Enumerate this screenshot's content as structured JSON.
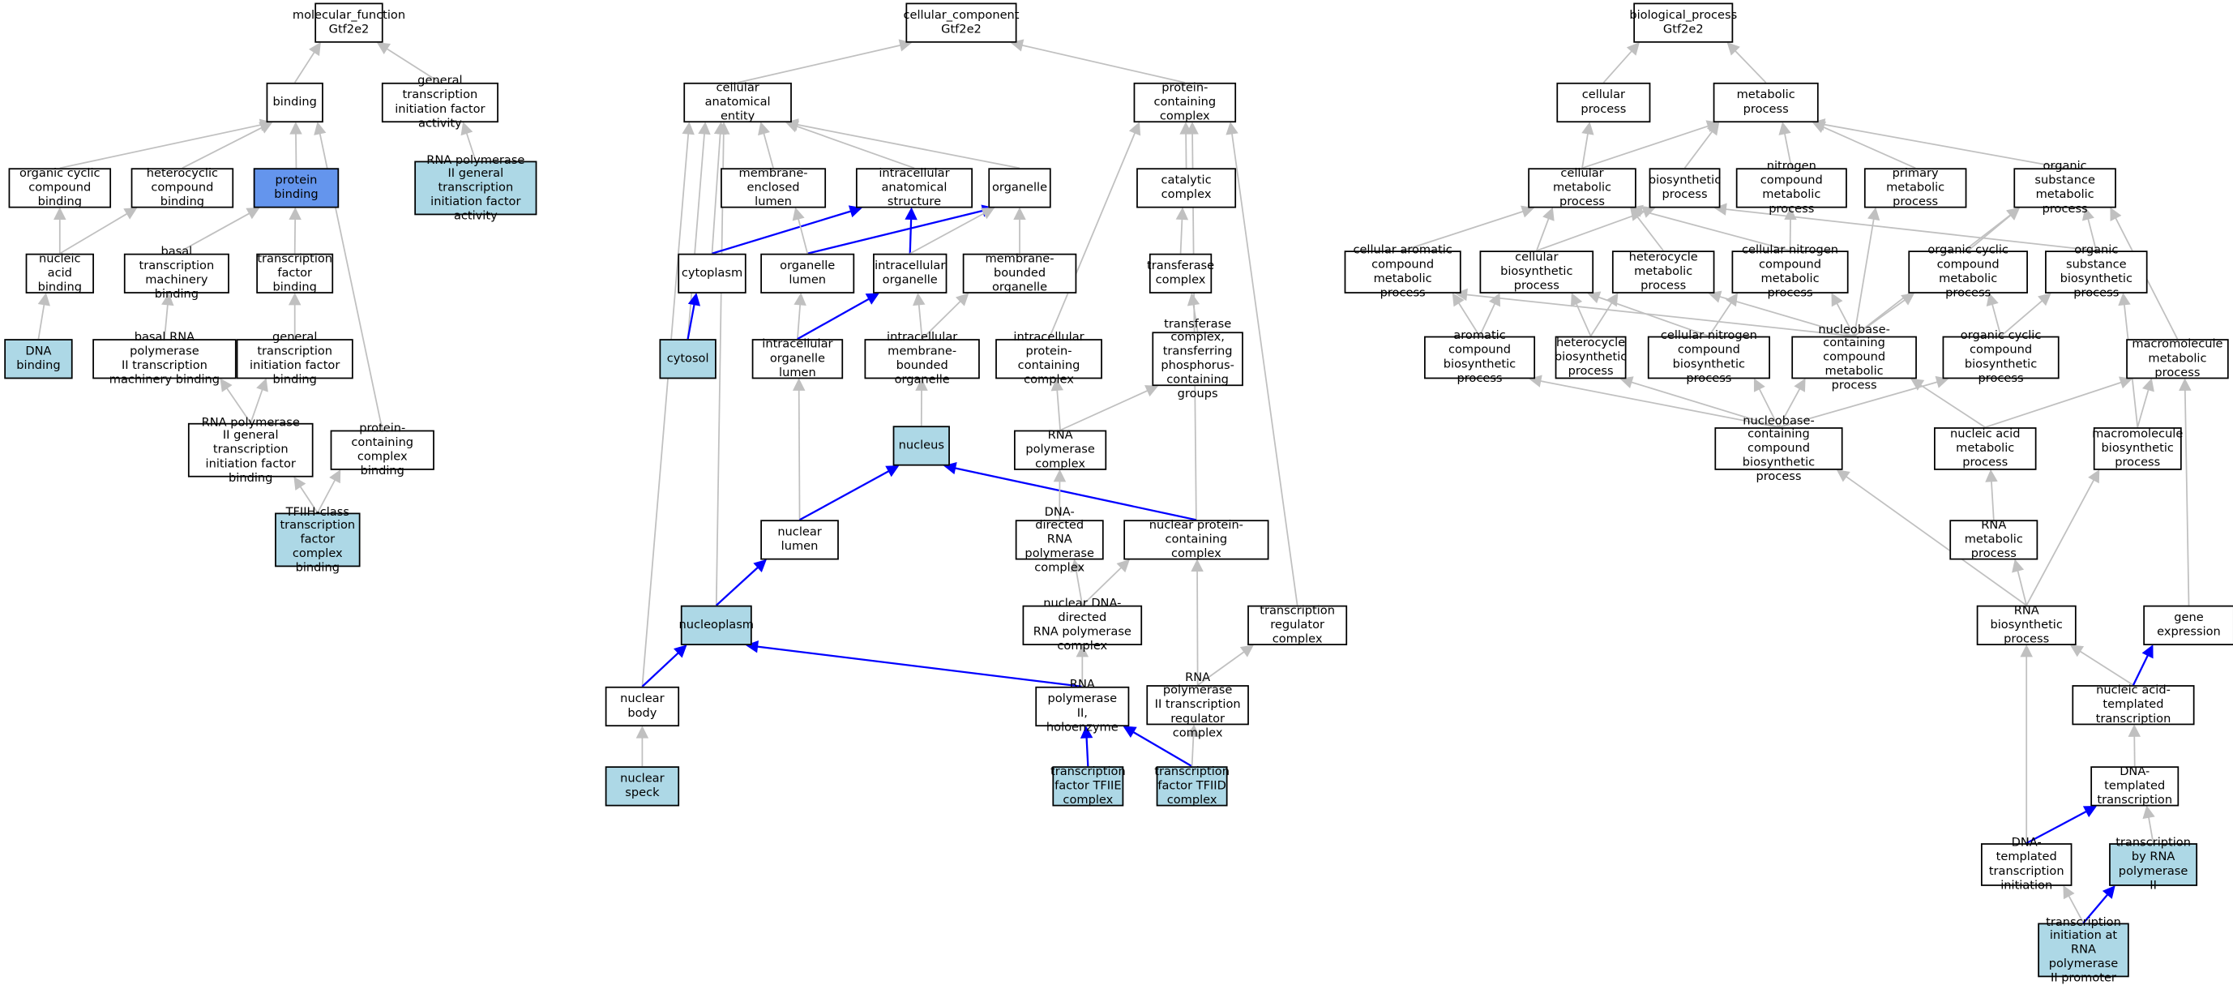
{
  "colors": {
    "normal": "#ffffff",
    "highlight": "#add8e6",
    "focus": "#6495ed",
    "edge": "#c0c0c0",
    "path_edge": "#0000ff"
  },
  "nodes": [
    {
      "id": "mf",
      "label": "molecular_function\nGtf2e2",
      "style": "normal"
    },
    {
      "id": "binding",
      "label": "binding",
      "style": "normal"
    },
    {
      "id": "gtifa",
      "label": "general transcription\ninitiation factor\nactivity",
      "style": "normal"
    },
    {
      "id": "occb",
      "label": "organic cyclic\ncompound binding",
      "style": "normal"
    },
    {
      "id": "hcb",
      "label": "heterocyclic\ncompound binding",
      "style": "normal"
    },
    {
      "id": "pb",
      "label": "protein binding",
      "style": "focus"
    },
    {
      "id": "rnapgtifa",
      "label": "RNA polymerase\nII general transcription\ninitiation factor\nactivity",
      "style": "highlight"
    },
    {
      "id": "nab",
      "label": "nucleic acid\nbinding",
      "style": "normal"
    },
    {
      "id": "btmb",
      "label": "basal transcription\nmachinery binding",
      "style": "normal"
    },
    {
      "id": "tfb",
      "label": "transcription\nfactor binding",
      "style": "normal"
    },
    {
      "id": "dnab",
      "label": "DNA binding",
      "style": "highlight"
    },
    {
      "id": "brnap",
      "label": "basal RNA polymerase\nII transcription\nmachinery binding",
      "style": "normal"
    },
    {
      "id": "gtifb",
      "label": "general transcription\ninitiation factor\nbinding",
      "style": "normal"
    },
    {
      "id": "rnapgtifb",
      "label": "RNA polymerase\nII general transcription\ninitiation factor\nbinding",
      "style": "normal"
    },
    {
      "id": "pccb",
      "label": "protein-containing\ncomplex binding",
      "style": "normal"
    },
    {
      "id": "tfiih",
      "label": "TFIIH-class\ntranscription\nfactor complex\nbinding",
      "style": "highlight"
    },
    {
      "id": "cc",
      "label": "cellular_component\nGtf2e2",
      "style": "normal"
    },
    {
      "id": "cae",
      "label": "cellular anatomical\nentity",
      "style": "normal"
    },
    {
      "id": "pcc",
      "label": "protein-containing\ncomplex",
      "style": "normal"
    },
    {
      "id": "mel",
      "label": "membrane-enclosed\nlumen",
      "style": "normal"
    },
    {
      "id": "ias",
      "label": "intracellular\nanatomical structure",
      "style": "normal"
    },
    {
      "id": "organelle",
      "label": "organelle",
      "style": "normal"
    },
    {
      "id": "catc",
      "label": "catalytic complex",
      "style": "normal"
    },
    {
      "id": "cytoplasm",
      "label": "cytoplasm",
      "style": "normal"
    },
    {
      "id": "ol",
      "label": "organelle lumen",
      "style": "normal"
    },
    {
      "id": "io",
      "label": "intracellular\norganelle",
      "style": "normal"
    },
    {
      "id": "mbo",
      "label": "membrane-bounded\norganelle",
      "style": "normal"
    },
    {
      "id": "tc",
      "label": "transferase\ncomplex",
      "style": "normal"
    },
    {
      "id": "cytosol",
      "label": "cytosol",
      "style": "highlight"
    },
    {
      "id": "iol",
      "label": "intracellular\norganelle lumen",
      "style": "normal"
    },
    {
      "id": "imbo",
      "label": "intracellular\nmembrane-bounded\norganelle",
      "style": "normal"
    },
    {
      "id": "ipcc",
      "label": "intracellular\nprotein-containing\ncomplex",
      "style": "normal"
    },
    {
      "id": "tctpg",
      "label": "transferase\ncomplex, transferring\nphosphorus-containing\ngroups",
      "style": "normal"
    },
    {
      "id": "nucleus",
      "label": "nucleus",
      "style": "highlight"
    },
    {
      "id": "rnapc",
      "label": "RNA polymerase\ncomplex",
      "style": "normal"
    },
    {
      "id": "nl",
      "label": "nuclear lumen",
      "style": "normal"
    },
    {
      "id": "ddrnapc",
      "label": "DNA-directed\nRNA polymerase\ncomplex",
      "style": "normal"
    },
    {
      "id": "npcc",
      "label": "nuclear protein-containing\ncomplex",
      "style": "normal"
    },
    {
      "id": "nucleoplasm",
      "label": "nucleoplasm",
      "style": "highlight"
    },
    {
      "id": "nddrnapc",
      "label": "nuclear DNA-directed\nRNA polymerase\ncomplex",
      "style": "normal"
    },
    {
      "id": "trc",
      "label": "transcription\nregulator complex",
      "style": "normal"
    },
    {
      "id": "nb",
      "label": "nuclear body",
      "style": "normal"
    },
    {
      "id": "rnapholo",
      "label": "RNA polymerase\nII, holoenzyme",
      "style": "normal"
    },
    {
      "id": "rnaptrc",
      "label": "RNA polymerase\nII transcription\nregulator complex",
      "style": "normal"
    },
    {
      "id": "ns",
      "label": "nuclear speck",
      "style": "highlight"
    },
    {
      "id": "tfiie",
      "label": "transcription\nfactor TFIIE\ncomplex",
      "style": "highlight"
    },
    {
      "id": "tfiid",
      "label": "transcription\nfactor TFIID\ncomplex",
      "style": "highlight"
    },
    {
      "id": "bp",
      "label": "biological_process\nGtf2e2",
      "style": "normal"
    },
    {
      "id": "cp",
      "label": "cellular process",
      "style": "normal"
    },
    {
      "id": "mp",
      "label": "metabolic process",
      "style": "normal"
    },
    {
      "id": "cmp",
      "label": "cellular metabolic\nprocess",
      "style": "normal"
    },
    {
      "id": "bsp",
      "label": "biosynthetic\nprocess",
      "style": "normal"
    },
    {
      "id": "ncmp",
      "label": "nitrogen compound\nmetabolic process",
      "style": "normal"
    },
    {
      "id": "pmp",
      "label": "primary metabolic\nprocess",
      "style": "normal"
    },
    {
      "id": "osmp",
      "label": "organic substance\nmetabolic process",
      "style": "normal"
    },
    {
      "id": "cacmp",
      "label": "cellular aromatic\ncompound metabolic\nprocess",
      "style": "normal"
    },
    {
      "id": "cbp",
      "label": "cellular biosynthetic\nprocess",
      "style": "normal"
    },
    {
      "id": "hmp",
      "label": "heterocycle\nmetabolic process",
      "style": "normal"
    },
    {
      "id": "cncmp",
      "label": "cellular nitrogen\ncompound metabolic\nprocess",
      "style": "normal"
    },
    {
      "id": "occmp",
      "label": "organic cyclic\ncompound metabolic\nprocess",
      "style": "normal"
    },
    {
      "id": "osbp",
      "label": "organic substance\nbiosynthetic\nprocess",
      "style": "normal"
    },
    {
      "id": "acbp",
      "label": "aromatic compound\nbiosynthetic\nprocess",
      "style": "normal"
    },
    {
      "id": "hbp",
      "label": "heterocycle\nbiosynthetic\nprocess",
      "style": "normal"
    },
    {
      "id": "cncbp",
      "label": "cellular nitrogen\ncompound biosynthetic\nprocess",
      "style": "normal"
    },
    {
      "id": "nbccmp",
      "label": "nucleobase-containing\ncompound metabolic\nprocess",
      "style": "normal"
    },
    {
      "id": "occbp",
      "label": "organic cyclic\ncompound biosynthetic\nprocess",
      "style": "normal"
    },
    {
      "id": "mmp",
      "label": "macromolecule\nmetabolic process",
      "style": "normal"
    },
    {
      "id": "nbccbp",
      "label": "nucleobase-containing\ncompound biosynthetic\nprocess",
      "style": "normal"
    },
    {
      "id": "namp",
      "label": "nucleic acid\nmetabolic process",
      "style": "normal"
    },
    {
      "id": "mbp",
      "label": "macromolecule\nbiosynthetic\nprocess",
      "style": "normal"
    },
    {
      "id": "rnamp",
      "label": "RNA metabolic\nprocess",
      "style": "normal"
    },
    {
      "id": "rnabp",
      "label": "RNA biosynthetic\nprocess",
      "style": "normal"
    },
    {
      "id": "ge",
      "label": "gene expression",
      "style": "normal"
    },
    {
      "id": "natt",
      "label": "nucleic acid-templated\ntranscription",
      "style": "normal"
    },
    {
      "id": "dtt",
      "label": "DNA-templated\ntranscription",
      "style": "normal"
    },
    {
      "id": "dtti",
      "label": "DNA-templated\ntranscription\ninitiation",
      "style": "normal"
    },
    {
      "id": "trnap",
      "label": "transcription\nby RNA polymerase\nII",
      "style": "highlight"
    },
    {
      "id": "tirnap",
      "label": "transcription\ninitiation at\nRNA polymerase\nII promoter",
      "style": "highlight"
    }
  ],
  "edges": [
    [
      "binding",
      "mf",
      "n"
    ],
    [
      "gtifa",
      "mf",
      "n"
    ],
    [
      "occb",
      "binding",
      "n"
    ],
    [
      "hcb",
      "binding",
      "n"
    ],
    [
      "pb",
      "binding",
      "n"
    ],
    [
      "pccb",
      "binding",
      "n"
    ],
    [
      "rnapgtifa",
      "gtifa",
      "n"
    ],
    [
      "nab",
      "occb",
      "n"
    ],
    [
      "nab",
      "hcb",
      "n"
    ],
    [
      "btmb",
      "pb",
      "n"
    ],
    [
      "tfb",
      "pb",
      "n"
    ],
    [
      "dnab",
      "nab",
      "n"
    ],
    [
      "brnap",
      "btmb",
      "n"
    ],
    [
      "gtifb",
      "tfb",
      "n"
    ],
    [
      "rnapgtifb",
      "brnap",
      "n"
    ],
    [
      "rnapgtifb",
      "gtifb",
      "n"
    ],
    [
      "tfiih",
      "rnapgtifb",
      "n"
    ],
    [
      "tfiih",
      "pccb",
      "n"
    ],
    [
      "cae",
      "cc",
      "n"
    ],
    [
      "pcc",
      "cc",
      "n"
    ],
    [
      "mel",
      "cae",
      "n"
    ],
    [
      "ias",
      "cae",
      "n"
    ],
    [
      "organelle",
      "cae",
      "n"
    ],
    [
      "cytoplasm",
      "cae",
      "n"
    ],
    [
      "cytosol",
      "cae",
      "n"
    ],
    [
      "nucleoplasm",
      "cae",
      "n"
    ],
    [
      "nb",
      "cae",
      "n"
    ],
    [
      "catc",
      "pcc",
      "n"
    ],
    [
      "ipcc",
      "pcc",
      "n"
    ],
    [
      "npcc",
      "pcc",
      "n"
    ],
    [
      "trc",
      "pcc",
      "n"
    ],
    [
      "cytoplasm",
      "ias",
      "b"
    ],
    [
      "io",
      "ias",
      "b"
    ],
    [
      "ol",
      "organelle",
      "b"
    ],
    [
      "io",
      "organelle",
      "n"
    ],
    [
      "mbo",
      "organelle",
      "n"
    ],
    [
      "cytosol",
      "cytoplasm",
      "b"
    ],
    [
      "ol",
      "mel",
      "n"
    ],
    [
      "iol",
      "ol",
      "n"
    ],
    [
      "iol",
      "io",
      "b"
    ],
    [
      "imbo",
      "io",
      "n"
    ],
    [
      "imbo",
      "mbo",
      "n"
    ],
    [
      "tc",
      "catc",
      "n"
    ],
    [
      "tctpg",
      "tc",
      "n"
    ],
    [
      "rnapc",
      "tctpg",
      "n"
    ],
    [
      "rnapc",
      "ipcc",
      "n"
    ],
    [
      "nucleus",
      "imbo",
      "n"
    ],
    [
      "nl",
      "iol",
      "n"
    ],
    [
      "nl",
      "nucleus",
      "b"
    ],
    [
      "npcc",
      "nucleus",
      "b"
    ],
    [
      "ddrnapc",
      "rnapc",
      "n"
    ],
    [
      "nucleoplasm",
      "nl",
      "b"
    ],
    [
      "nddrnapc",
      "ddrnapc",
      "n"
    ],
    [
      "nddrnapc",
      "npcc",
      "n"
    ],
    [
      "nb",
      "nucleoplasm",
      "b"
    ],
    [
      "rnapholo",
      "nucleoplasm",
      "b"
    ],
    [
      "rnapholo",
      "nddrnapc",
      "n"
    ],
    [
      "rnaptrc",
      "npcc",
      "n"
    ],
    [
      "rnaptrc",
      "trc",
      "n"
    ],
    [
      "ns",
      "nb",
      "n"
    ],
    [
      "tfiie",
      "rnapholo",
      "b"
    ],
    [
      "tfiid",
      "rnapholo",
      "b"
    ],
    [
      "tfiid",
      "rnaptrc",
      "n"
    ],
    [
      "cp",
      "bp",
      "n"
    ],
    [
      "mp",
      "bp",
      "n"
    ],
    [
      "cmp",
      "cp",
      "n"
    ],
    [
      "cmp",
      "mp",
      "n"
    ],
    [
      "bsp",
      "mp",
      "n"
    ],
    [
      "ncmp",
      "mp",
      "n"
    ],
    [
      "pmp",
      "mp",
      "n"
    ],
    [
      "osmp",
      "mp",
      "n"
    ],
    [
      "cacmp",
      "cmp",
      "n"
    ],
    [
      "cbp",
      "cmp",
      "n"
    ],
    [
      "hmp",
      "cmp",
      "n"
    ],
    [
      "cncmp",
      "cmp",
      "n"
    ],
    [
      "cbp",
      "bsp",
      "n"
    ],
    [
      "osbp",
      "bsp",
      "n"
    ],
    [
      "cncmp",
      "ncmp",
      "n"
    ],
    [
      "occmp",
      "osmp",
      "n"
    ],
    [
      "osbp",
      "osmp",
      "n"
    ],
    [
      "mmp",
      "osmp",
      "n"
    ],
    [
      "acbp",
      "cacmp",
      "n"
    ],
    [
      "acbp",
      "cbp",
      "n"
    ],
    [
      "hbp",
      "cbp",
      "n"
    ],
    [
      "hbp",
      "hmp",
      "n"
    ],
    [
      "cncbp",
      "cbp",
      "n"
    ],
    [
      "cncbp",
      "cncmp",
      "n"
    ],
    [
      "nbccmp",
      "cacmp",
      "n"
    ],
    [
      "nbccmp",
      "hmp",
      "n"
    ],
    [
      "nbccmp",
      "cncmp",
      "n"
    ],
    [
      "nbccmp",
      "pmp",
      "n"
    ],
    [
      "nbccmp",
      "occmp",
      "n"
    ],
    [
      "nbccmp",
      "osmp",
      "n"
    ],
    [
      "occbp",
      "occmp",
      "n"
    ],
    [
      "occbp",
      "osbp",
      "n"
    ],
    [
      "mbp",
      "osbp",
      "n"
    ],
    [
      "nbccbp",
      "acbp",
      "n"
    ],
    [
      "nbccbp",
      "hbp",
      "n"
    ],
    [
      "nbccbp",
      "cncbp",
      "n"
    ],
    [
      "nbccbp",
      "nbccmp",
      "n"
    ],
    [
      "nbccbp",
      "occbp",
      "n"
    ],
    [
      "namp",
      "nbccmp",
      "n"
    ],
    [
      "namp",
      "mmp",
      "n"
    ],
    [
      "mbp",
      "mmp",
      "n"
    ],
    [
      "ge",
      "mmp",
      "n"
    ],
    [
      "rnamp",
      "namp",
      "n"
    ],
    [
      "rnabp",
      "rnamp",
      "n"
    ],
    [
      "rnabp",
      "nbccbp",
      "n"
    ],
    [
      "rnabp",
      "mbp",
      "n"
    ],
    [
      "natt",
      "rnabp",
      "n"
    ],
    [
      "natt",
      "ge",
      "b"
    ],
    [
      "dtt",
      "natt",
      "n"
    ],
    [
      "dtti",
      "rnabp",
      "n"
    ],
    [
      "dtti",
      "dtt",
      "b"
    ],
    [
      "trnap",
      "dtt",
      "n"
    ],
    [
      "tirnap",
      "dtti",
      "n"
    ],
    [
      "tirnap",
      "trnap",
      "b"
    ]
  ]
}
